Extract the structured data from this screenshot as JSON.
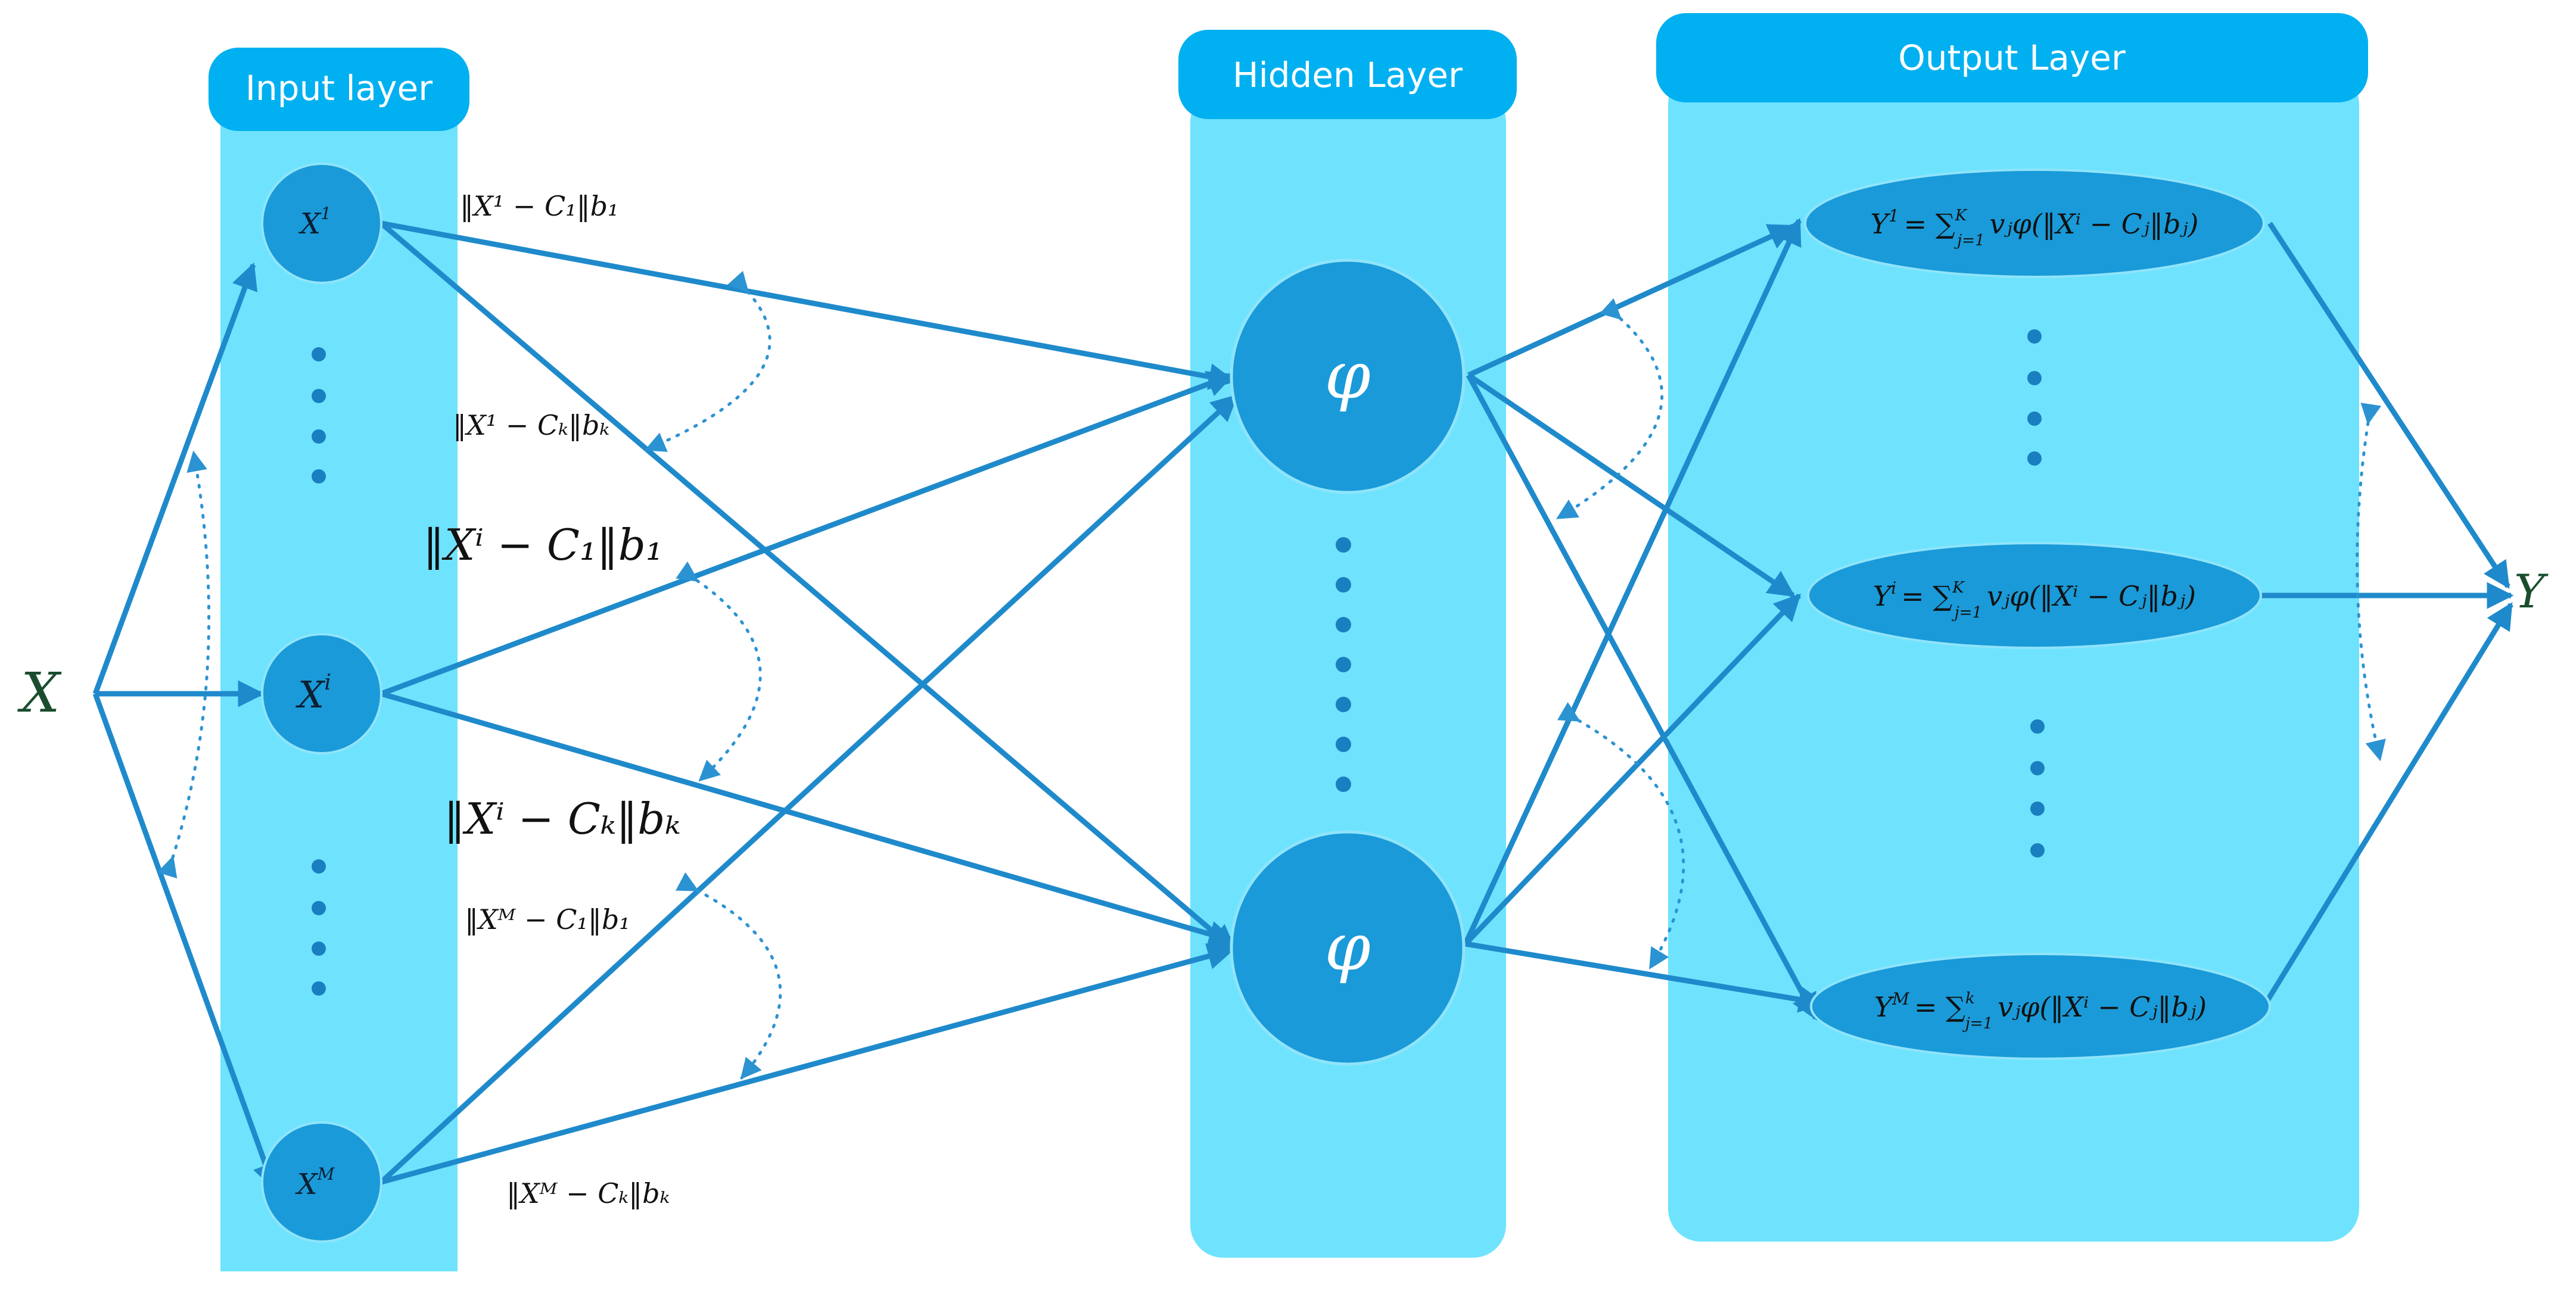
{
  "layers": {
    "input": {
      "title": "Input layer"
    },
    "hidden": {
      "title": "Hidden Layer"
    },
    "output": {
      "title": "Output Layer"
    }
  },
  "input_symbol": "X",
  "output_symbol": "Y",
  "input_nodes": [
    {
      "base": "X",
      "sup": "1"
    },
    {
      "base": "X",
      "sup": "i"
    },
    {
      "base": "X",
      "sup": "M"
    }
  ],
  "hidden_nodes": [
    {
      "label": "φ"
    },
    {
      "label": "φ"
    }
  ],
  "output_nodes": [
    {
      "lhs": "Y",
      "sup": "1",
      "rhs": "= ∑",
      "sum_top": "K",
      "sum_bot": "j=1",
      "body": "vⱼφ(‖Xⁱ − Cⱼ‖bⱼ)"
    },
    {
      "lhs": "Y",
      "sup": "i",
      "rhs": "= ∑",
      "sum_top": "K",
      "sum_bot": "j=1",
      "body": "vⱼφ(‖Xⁱ − Cⱼ‖bⱼ)"
    },
    {
      "lhs": "Y",
      "sup": "M",
      "rhs": "= ∑",
      "sum_top": "k",
      "sum_bot": "j=1",
      "body": "vⱼφ(‖Xⁱ − Cⱼ‖bⱼ)"
    }
  ],
  "edge_labels": [
    {
      "text": "‖X¹ − C₁‖b₁"
    },
    {
      "text": "‖X¹ − Cₖ‖bₖ"
    },
    {
      "text": "‖Xⁱ − C₁‖b₁"
    },
    {
      "text": "‖Xⁱ − Cₖ‖bₖ"
    },
    {
      "text": "‖Xᴹ − C₁‖b₁"
    },
    {
      "text": "‖Xᴹ − Cₖ‖bₖ"
    }
  ],
  "colors": {
    "panel": "#6fe3fd",
    "header": "#00b0f0",
    "node": "#1a9ad8",
    "edge": "#1f8acb"
  }
}
